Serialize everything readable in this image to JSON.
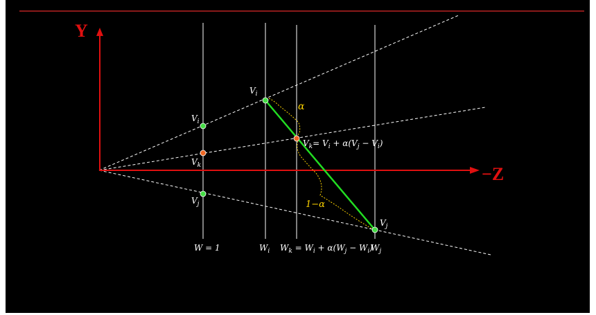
{
  "colors": {
    "background": "#000000",
    "axis": "#e01010",
    "rule": "#8b1a1a",
    "guide": "#ffffff",
    "segment": "#22dd22",
    "endpoint": "#44dd44",
    "midpoint": "#ee6622",
    "brace": "#ffd500"
  },
  "axes": {
    "y_label": "Y",
    "z_label": "−Z"
  },
  "labels": {
    "vi_plane": {
      "base": "V",
      "sub": "i"
    },
    "vk_plane": {
      "base": "V",
      "sub": "k"
    },
    "vj_plane": {
      "base": "V",
      "sub": "j"
    },
    "vi_line": {
      "base": "V",
      "sub": "i"
    },
    "vj_line": {
      "base": "V",
      "sub": "j"
    },
    "vk_formula": {
      "text": "= V",
      "mid": " + α(V",
      "end": " − V",
      "close": ")"
    },
    "alpha": "α",
    "one_minus_alpha": "1−α",
    "w_one": "W = 1",
    "wi": {
      "base": "W",
      "sub": "i"
    },
    "wk": {
      "base": "W",
      "sub": "k",
      "rest": " = W",
      "mid": " + α(W",
      "end": " − W",
      "close": ")"
    },
    "wj": {
      "base": "W",
      "sub": "j"
    }
  }
}
